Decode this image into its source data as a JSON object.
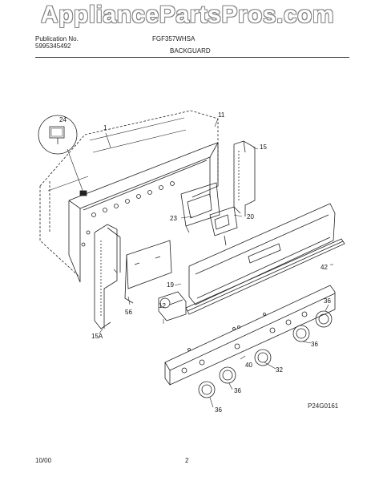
{
  "watermark": "AppliancePartsPros.com",
  "header": {
    "publication_label": "Publication No.",
    "publication_no": "5995345492",
    "model": "FGF357WHSA",
    "section_title": "BACKGUARD"
  },
  "callouts": {
    "c1": "1",
    "c11": "11",
    "c12": "12",
    "c15": "15",
    "c15a": "15A",
    "c19": "19",
    "c20": "20",
    "c23": "23",
    "c24": "24",
    "c32": "32",
    "c36a": "36",
    "c36b": "36",
    "c36c": "36",
    "c36d": "36",
    "c40": "40",
    "c42": "42",
    "c56": "56"
  },
  "figure_code": "P24G0161",
  "footer": {
    "date": "10/00",
    "page": "2"
  }
}
